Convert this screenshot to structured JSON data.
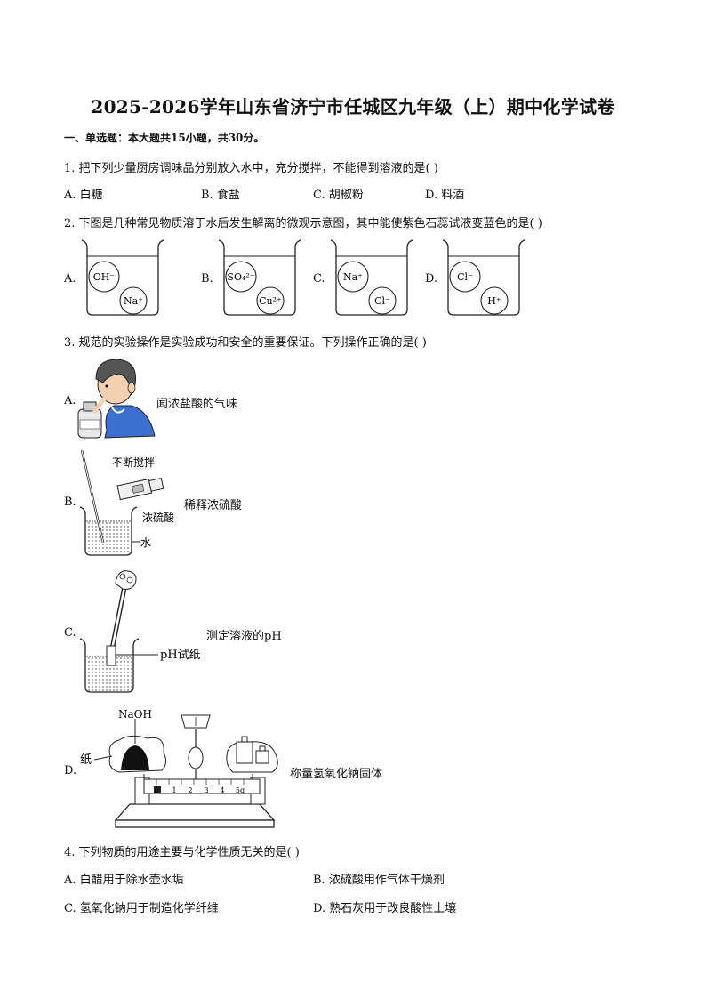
{
  "title": "2025-2026学年山东省济宁市任城区九年级（上）期中化学试卷",
  "section": "一、单选题：本大题共15小题，共30分。",
  "q1": {
    "stem": "1. 把下列少量厨房调味品分别放入水中，充分搅拌，不能得到溶液的是(    )",
    "options": [
      "A. 白糖",
      "B. 食盐",
      "C. 胡椒粉",
      "D. 料酒"
    ]
  },
  "q2": {
    "stem": "2. 下图是几种常见物质溶于水后发生解离的微观示意图，其中能使紫色石蕊试液变蓝色的是(    )",
    "labels": [
      "A.",
      "B.",
      "C.",
      "D."
    ],
    "beakers": [
      {
        "top_ion": "OH⁻",
        "bottom_ion": "Na⁺"
      },
      {
        "top_ion": "SO₄²⁻",
        "bottom_ion": "Cu²⁺"
      },
      {
        "top_ion": "Na⁺",
        "bottom_ion": "Cl⁻"
      },
      {
        "top_ion": "Cl⁻",
        "bottom_ion": "H⁺"
      }
    ]
  },
  "q3": {
    "stem": "3. 规范的实验操作是实验成功和安全的重要保证。下列操作正确的是(    )",
    "labels": [
      "A.",
      "B.",
      "C.",
      "D."
    ],
    "captions": [
      "闻浓盐酸的气味",
      "稀释浓硫酸",
      "测定溶液的pH",
      "称量氢氧化钠固体"
    ],
    "b_labels": {
      "stir": "不断搅拌",
      "acid": "浓硫酸",
      "water": "水"
    },
    "c_labels": {
      "paper": "pH试纸"
    },
    "d_labels": {
      "naoh": "NaOH",
      "paper": "纸",
      "scale": [
        "0",
        "1",
        "2",
        "3",
        "4",
        "5g"
      ]
    }
  },
  "q4": {
    "stem": "4. 下列物质的用途主要与化学性质无关的是(    )",
    "options": [
      "A. 白醋用于除水壶水垢",
      "B. 浓硫酸用作气体干燥剂",
      "C. 氢氧化钠用于制造化学纤维",
      "D. 熟石灰用于改良酸性土壤"
    ]
  }
}
